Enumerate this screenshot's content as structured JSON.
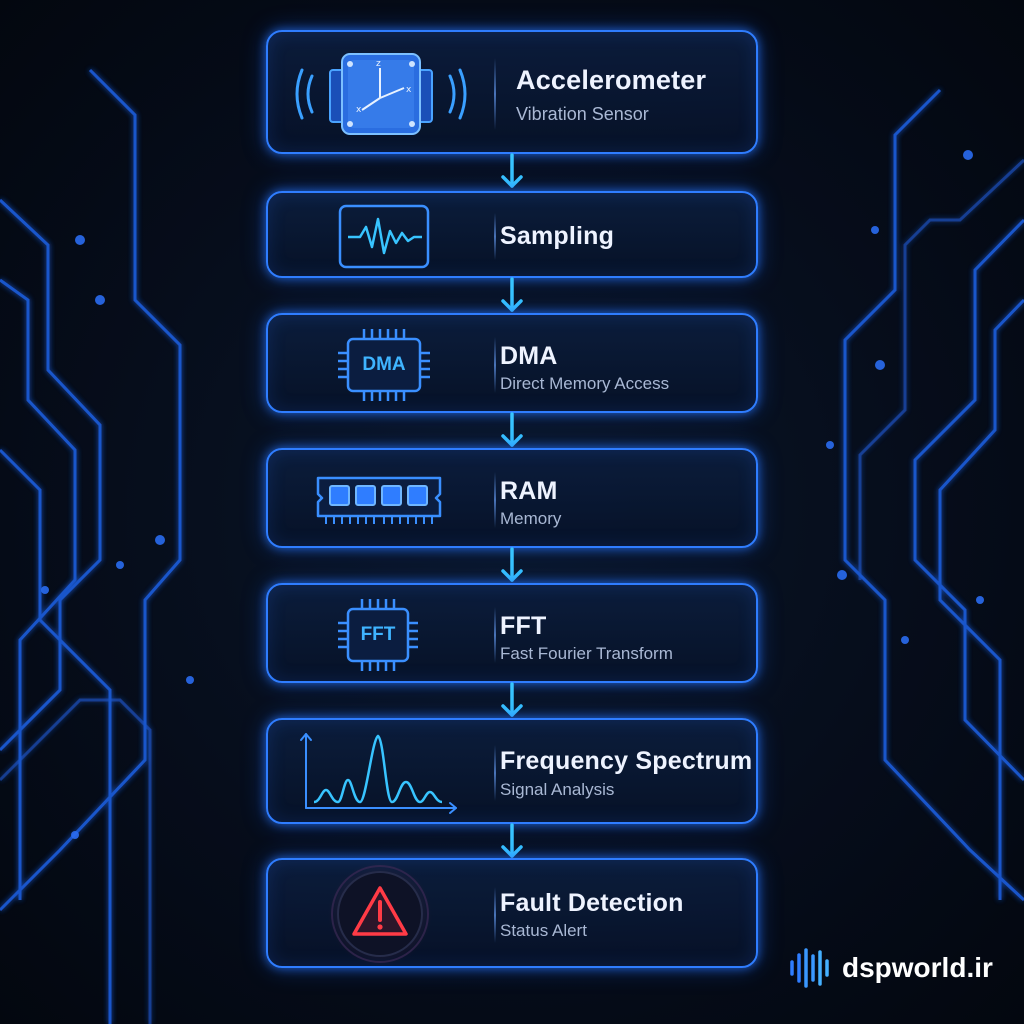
{
  "colors": {
    "accent": "#2f7dff",
    "glow": "#3b8bff",
    "cyan": "#35c8ff",
    "alert": "#ff3b46",
    "background": "#050b16"
  },
  "pipeline": [
    {
      "title": "Accelerometer",
      "subtitle": "Vibration Sensor",
      "icon": "accelerometer-icon"
    },
    {
      "title": "Sampling",
      "subtitle": "",
      "icon": "waveform-icon"
    },
    {
      "title": "DMA",
      "subtitle": "Direct Memory Access",
      "icon": "chip-icon",
      "icon_text": "DMA"
    },
    {
      "title": "RAM",
      "subtitle": "Memory",
      "icon": "ram-icon"
    },
    {
      "title": "FFT",
      "subtitle": "Fast Fourier Transform",
      "icon": "chip-icon",
      "icon_text": "FFT"
    },
    {
      "title": "Frequency Spectrum",
      "subtitle": "Signal Analysis",
      "icon": "spectrum-icon"
    },
    {
      "title": "Fault Detection",
      "subtitle": "Status Alert",
      "icon": "warning-icon"
    }
  ],
  "brand": {
    "text": "dspworld.ir",
    "icon": "sound-bars-icon"
  }
}
